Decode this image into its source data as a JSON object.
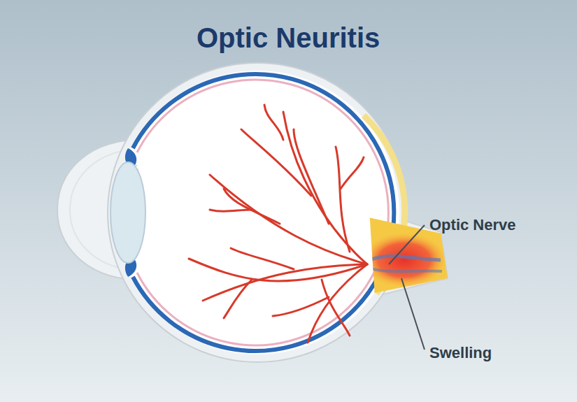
{
  "diagram": {
    "title": "Optic Neuritis",
    "labels": [
      "Optic Nerve",
      "Swelling"
    ]
  }
}
